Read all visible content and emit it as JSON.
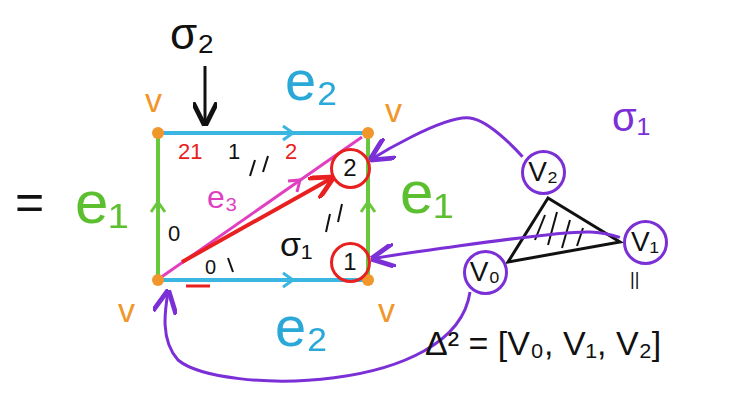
{
  "diagram": {
    "nodes": [
      {
        "text": [
          "2"
        ]
      },
      {
        "text": [
          "1"
        ]
      },
      {
        "text": [
          "V₂"
        ]
      },
      {
        "text": [
          "V₁"
        ]
      },
      {
        "text": [
          "V₀"
        ]
      }
    ],
    "edges": [
      {
        "from": 2,
        "to": 0,
        "arrow": "to"
      },
      {
        "from": 3,
        "to": 1,
        "arrow": "to"
      }
    ],
    "labels": [
      "σ₂",
      "e₂",
      "=",
      "e₁",
      "v",
      "v",
      "e₁",
      "e₃",
      "21",
      "1",
      "2",
      "σ₁",
      "0",
      "0",
      "σ₁",
      "v",
      "v",
      "e₂",
      "||",
      "Δ² = [V₀, V₁, V₂]"
    ]
  }
}
